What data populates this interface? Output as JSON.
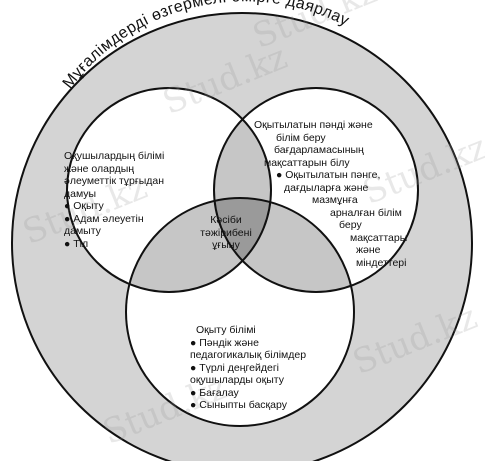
{
  "diagram": {
    "outer_title": "Мұғалімдерді өзгермелі өмірге даярлау",
    "center_label": [
      "Кәсіби",
      "тәжірибені",
      "ұғыну"
    ],
    "left_circle_lines": [
      "Оқушылардың білімі",
      "және олардың",
      "әлеуметтік тұрғыдан",
      "дамуы",
      "● Оқыту",
      "● Адам әлеуетін",
      "дамыту",
      "● Тіл"
    ],
    "right_circle_lines": [
      "Оқытылатын пәнді және",
      "білім беру",
      "бағдарламасының",
      "мақсаттарын білу",
      "● Оқытылатын пәнге,",
      "дағдыларға және",
      "мазмұнға",
      "арналған  білім",
      "беру",
      "мақсаттары",
      "және",
      "міндеттері"
    ],
    "bottom_circle_lines": [
      "Оқыту білімі",
      "● Пәндік және",
      "педагогикалық білімдер",
      "● Түрлі деңгейдегі",
      "оқушыларды оқыту",
      "● Бағалау",
      "● Сыныпты басқару"
    ],
    "watermark": "Stud.kz",
    "colors": {
      "outer_ring": "#d4d4d4",
      "circle_fill": "#ffffff",
      "pair_overlap": "#c6c6c6",
      "center_overlap": "#9a9a9a",
      "stroke": "#111111"
    }
  }
}
